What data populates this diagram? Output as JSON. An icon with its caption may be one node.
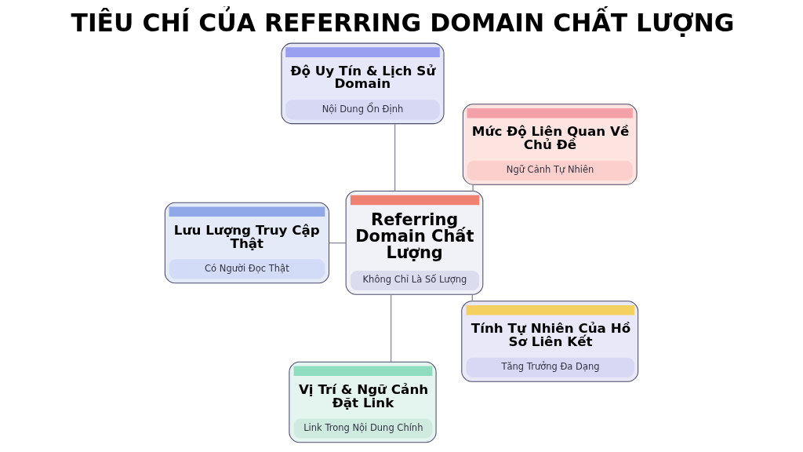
{
  "diagram": {
    "title": "TIÊU CHÍ CỦA REFERRING DOMAIN CHẤT LƯỢNG",
    "nodes": [
      {
        "text": [
          "Referring Domain Chất Lượng",
          "Không Chỉ Là Số Lượng"
        ]
      },
      {
        "text": [
          "Mức Độ Liên Quan Về Chủ Đề",
          "Ngữ Cảnh Tự Nhiên"
        ]
      },
      {
        "text": [
          "Độ Uy Tín & Lịch Sử Domain",
          "Nội Dung Ổn Định"
        ]
      },
      {
        "text": [
          "Lưu Lượng Truy Cập Thật",
          "Có Người Đọc Thật"
        ]
      },
      {
        "text": [
          "Vị Trí & Ngữ Cảnh Đặt Link",
          "Link Trong Nội Dung Chính"
        ]
      },
      {
        "text": [
          "Tính Tự Nhiên Của Hồ Sơ Liên Kết",
          "Tăng Trưởng Đa Dạng"
        ]
      }
    ],
    "edges": [
      {
        "from": 0,
        "to": 1,
        "arrow": "none"
      },
      {
        "from": 0,
        "to": 2,
        "arrow": "none"
      },
      {
        "from": 0,
        "to": 3,
        "arrow": "none"
      },
      {
        "from": 0,
        "to": 4,
        "arrow": "none"
      },
      {
        "from": 0,
        "to": 5,
        "arrow": "none"
      }
    ]
  }
}
